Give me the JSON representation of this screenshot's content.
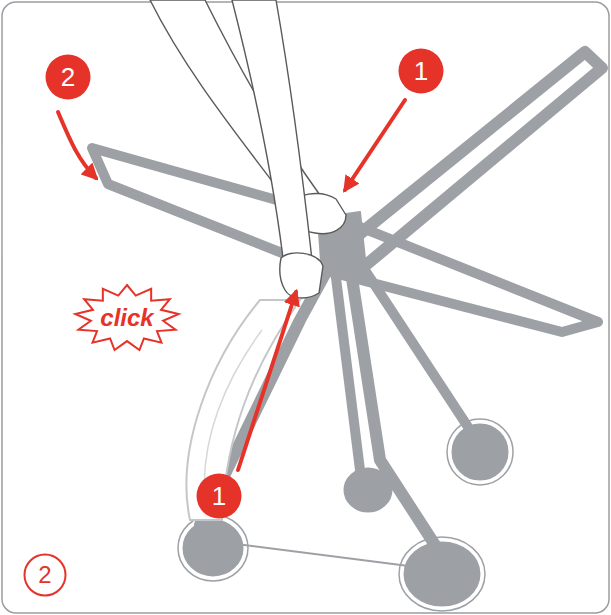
{
  "diagram": {
    "nodes": [
      {
        "text": [
          "2"
        ]
      },
      {
        "text": [
          "1"
        ]
      },
      {
        "text": [
          "click"
        ]
      },
      {
        "text": [
          "1"
        ]
      },
      {
        "text": [
          "2"
        ]
      }
    ]
  }
}
